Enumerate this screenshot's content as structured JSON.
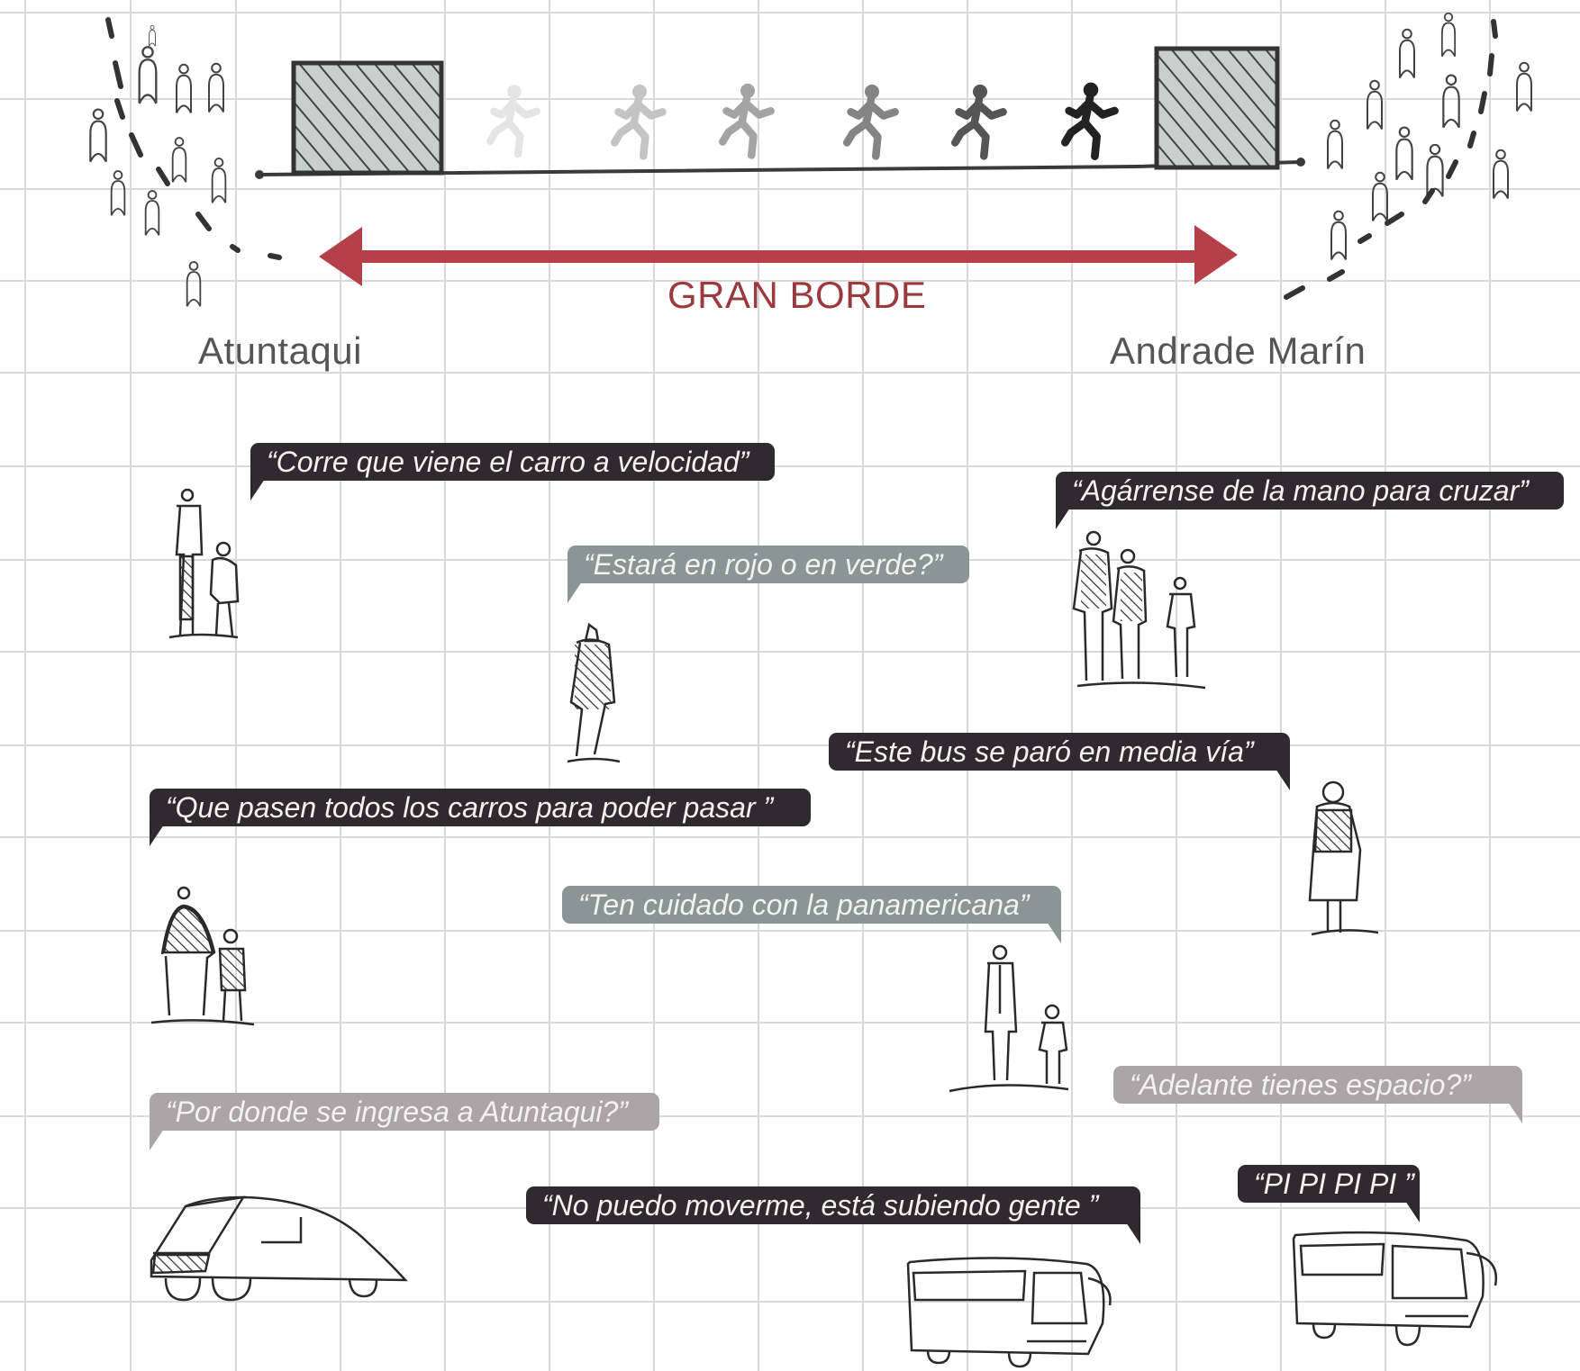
{
  "diagram": {
    "title": "GRAN BORDE",
    "left_place": "Atuntaqui",
    "right_place": "Andrade Marín",
    "colors": {
      "arrow": "#b5404a",
      "dark_bubble": "#2f2a2e",
      "green_bubble": "#8b9593",
      "mauve_bubble": "#aca4a7",
      "grid": "#d9d9d9",
      "sketch": "#3a3a3a"
    },
    "quotes": [
      {
        "id": "q1",
        "text": "“Corre que viene el carro a velocidad”",
        "style": "dark"
      },
      {
        "id": "q2",
        "text": "“Agárrense de la mano para cruzar”",
        "style": "dark"
      },
      {
        "id": "q3",
        "text": "“Estará en rojo o en verde?”",
        "style": "green"
      },
      {
        "id": "q4",
        "text": "“Este bus se paró en media vía”",
        "style": "dark"
      },
      {
        "id": "q5",
        "text": "“Que pasen todos los carros para poder pasar ”",
        "style": "dark"
      },
      {
        "id": "q6",
        "text": "“Ten cuidado con la panamericana”",
        "style": "green"
      },
      {
        "id": "q7",
        "text": "“Adelante tienes espacio?”",
        "style": "mauve"
      },
      {
        "id": "q8",
        "text": "“Por donde se ingresa a Atuntaqui?”",
        "style": "mauve"
      },
      {
        "id": "q9",
        "text": "“No puedo moverme, está subiendo gente ”",
        "style": "dark"
      },
      {
        "id": "q10",
        "text": "“PI PI PI PI ”",
        "style": "dark"
      }
    ],
    "icons": [
      "crowd-icon",
      "building-block-icon",
      "running-person-icon",
      "double-arrow-icon",
      "pedestrian-group-icon",
      "car-icon",
      "bus-icon"
    ]
  }
}
